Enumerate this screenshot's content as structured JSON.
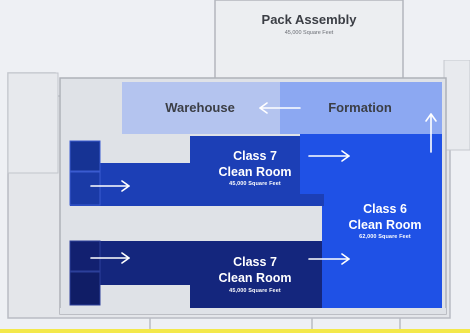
{
  "rooms": {
    "pack_assembly": {
      "name": "Pack Assembly",
      "area": "45,000 Square Feet"
    },
    "warehouse": {
      "name": "Warehouse"
    },
    "formation": {
      "name": "Formation"
    },
    "class7_top": {
      "line1": "Class 7",
      "line2": "Clean Room",
      "area": "45,000 Square Feet"
    },
    "class6": {
      "line1": "Class 6",
      "line2": "Clean Room",
      "area": "62,000 Square Feet"
    },
    "class7_bottom": {
      "line1": "Class 7",
      "line2": "Clean Room",
      "area": "45,000 Square Feet"
    }
  },
  "colors": {
    "background": "#eef0f4",
    "wall": "#c9ccd2",
    "pack_room": "#eceef1",
    "warehouse": "#b4c4ef",
    "formation": "#8ca8f2",
    "class6": "#1f51e6",
    "class7_top": "#1c3fb6",
    "class7_bottom": "#14267d",
    "highlight": "#f3e84a"
  }
}
